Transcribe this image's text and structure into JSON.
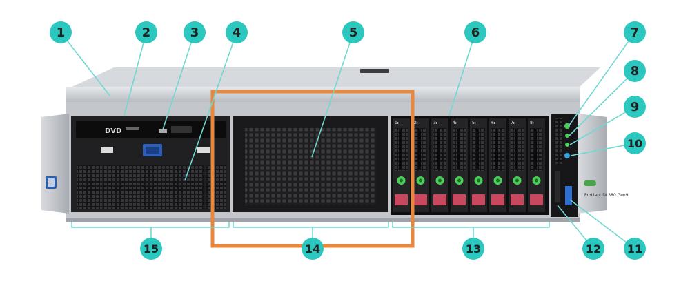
{
  "callouts": [
    {
      "label": "1"
    },
    {
      "label": "2"
    },
    {
      "label": "3"
    },
    {
      "label": "4"
    },
    {
      "label": "5"
    },
    {
      "label": "6"
    },
    {
      "label": "7"
    },
    {
      "label": "8"
    },
    {
      "label": "9"
    },
    {
      "label": "10"
    },
    {
      "label": "11"
    },
    {
      "label": "12"
    },
    {
      "label": "13"
    },
    {
      "label": "14"
    },
    {
      "label": "15"
    }
  ],
  "server": {
    "dvd_text": "DVD",
    "bay_numbers": [
      "1",
      "2",
      "3",
      "4",
      "5",
      "6",
      "7",
      "8"
    ],
    "model_badge": "ProLiant DL380 Gen9"
  },
  "colors": {
    "callout_fill": "#2cc7be",
    "callout_line": "#6fd8d2",
    "highlight_box": "#e9873c",
    "chassis": "#c9ccd1",
    "panel_dark": "#1b1b1d",
    "led_green": "#4bd15a",
    "drive_red": "#c8485e",
    "usb_blue": "#2f6fd0"
  }
}
